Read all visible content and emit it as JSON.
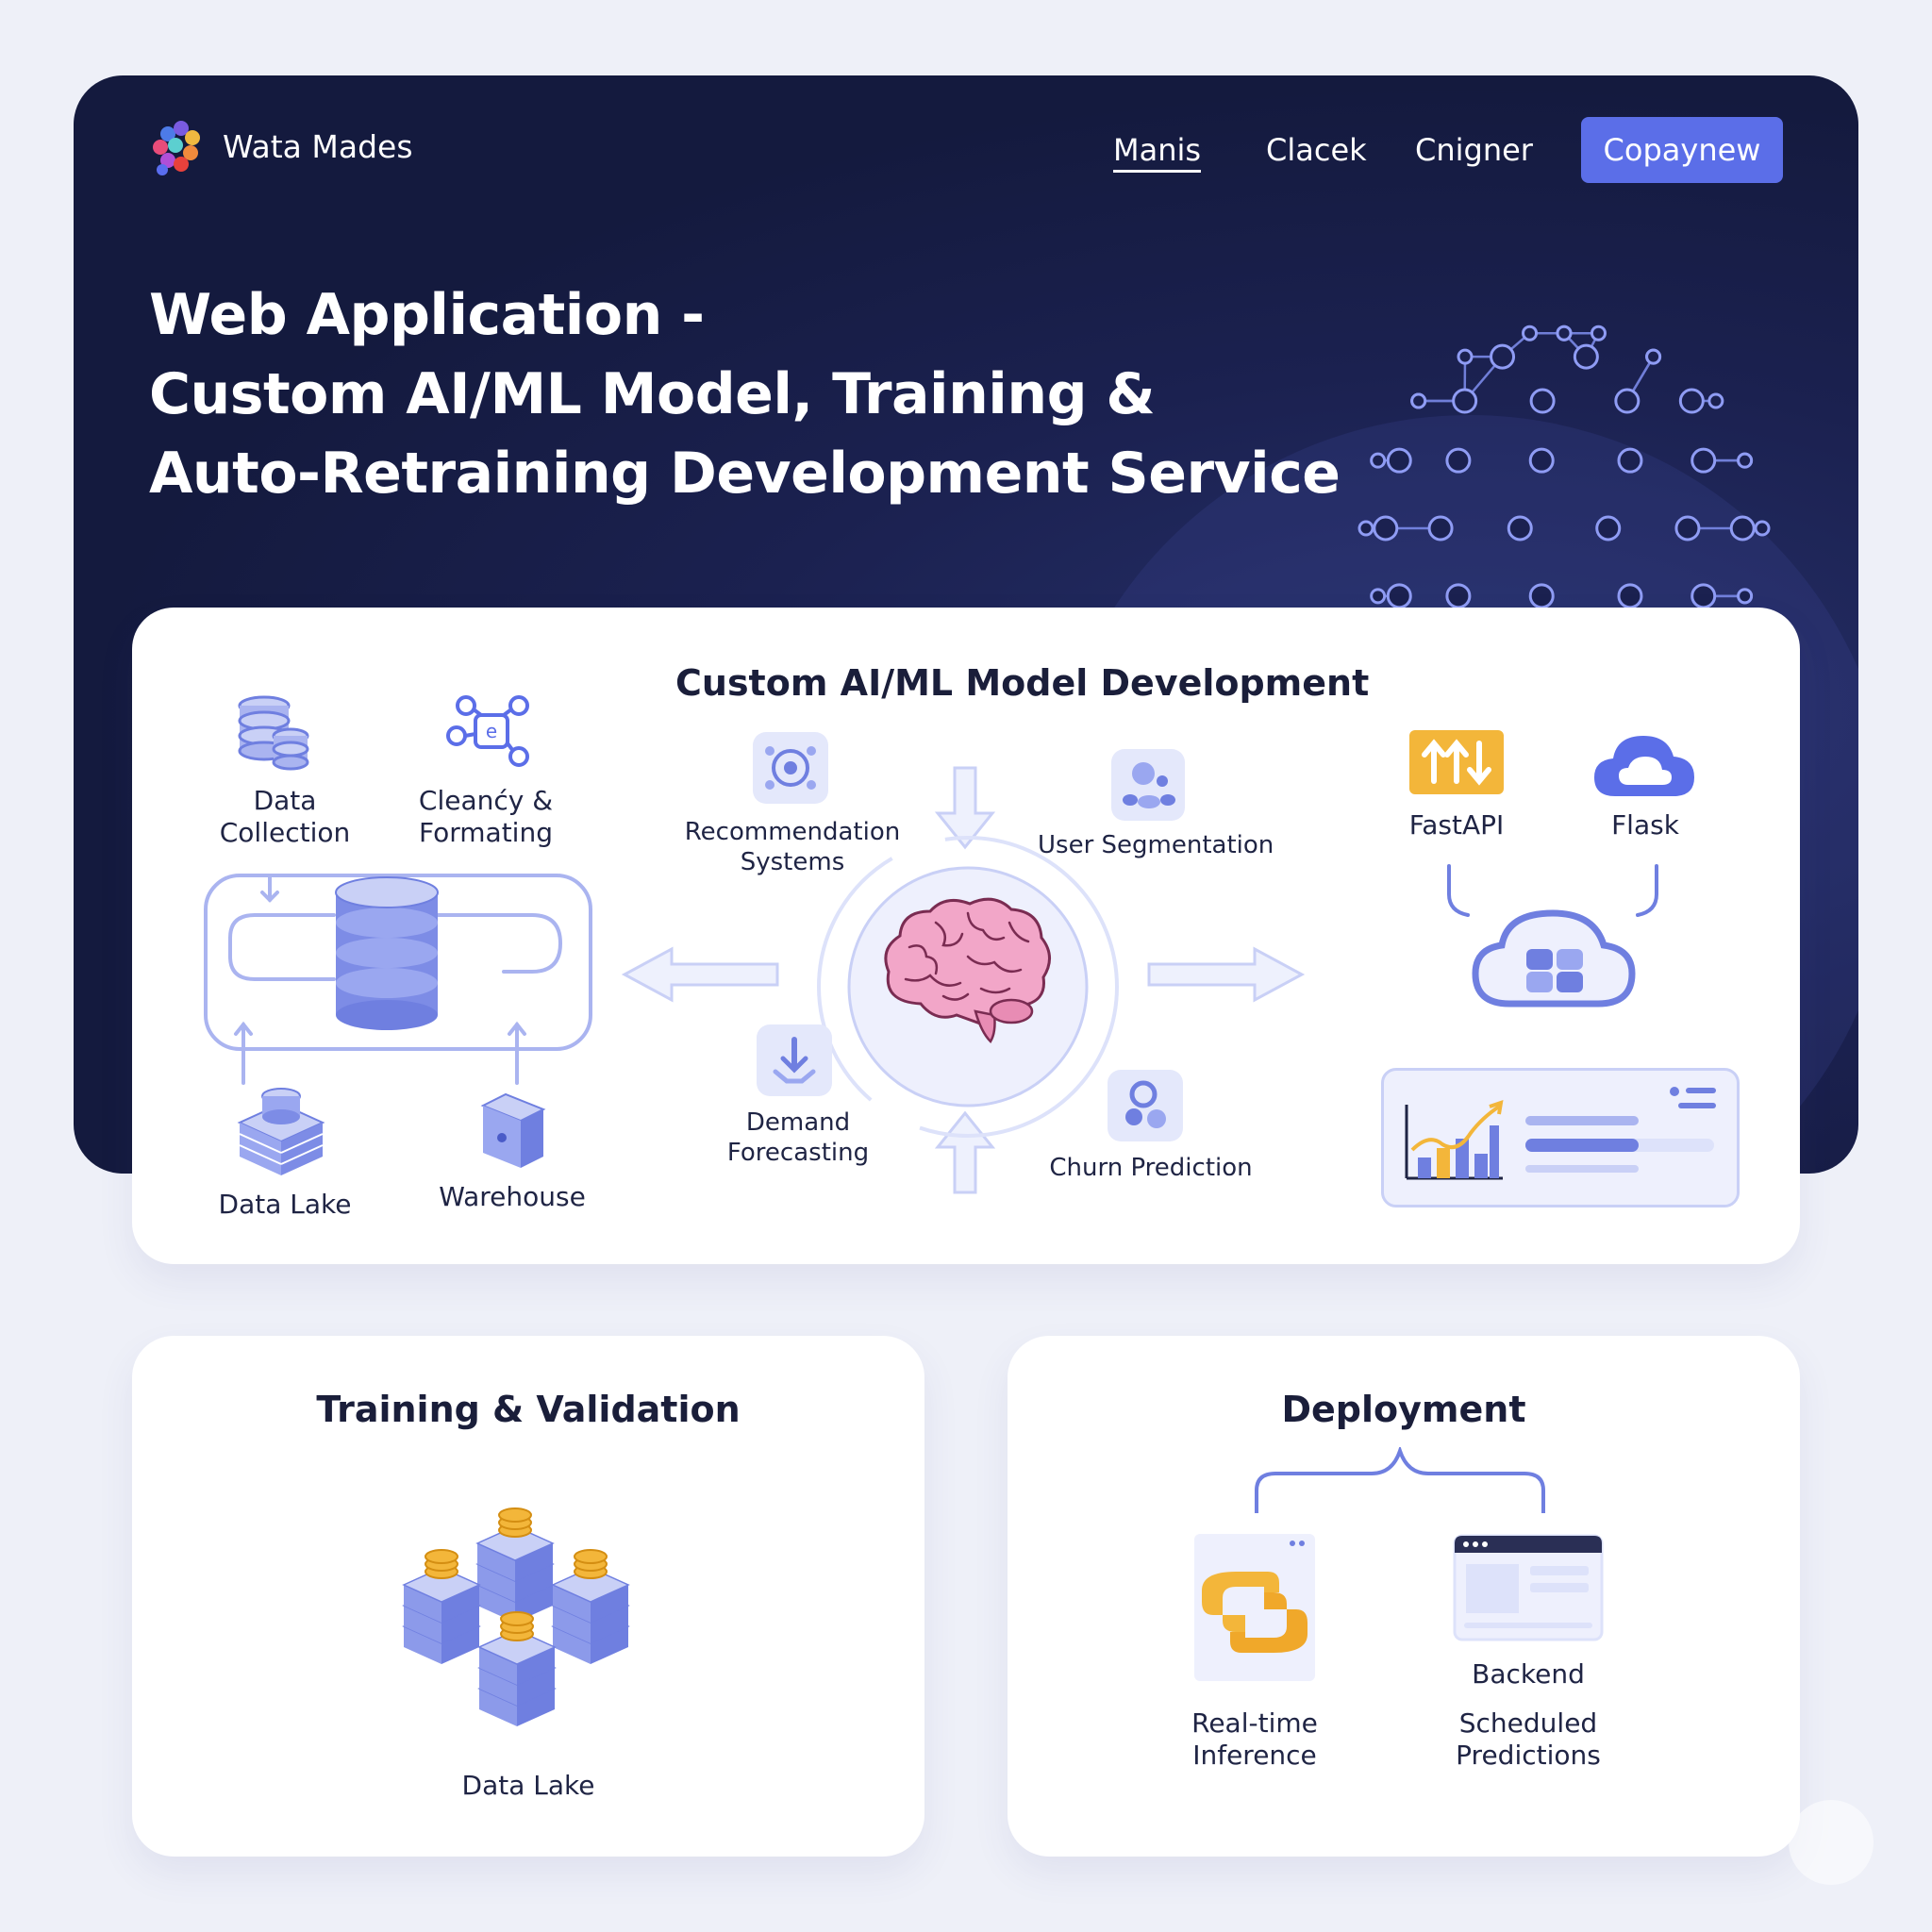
{
  "nav": {
    "brand": "Wata Mades",
    "links": [
      "Manis",
      "Clacek",
      "Cnigner"
    ],
    "cta": "Copaynew"
  },
  "hero": {
    "title_lines": [
      "Web Application -",
      "Custom AI/ML Model, Training &",
      "Auto-Retraining Development Service"
    ]
  },
  "main": {
    "title": "Custom AI/ML Model Development",
    "data_collection": [
      "Data",
      "Collection"
    ],
    "cleaning": [
      "Cleanćy &",
      "Formating"
    ],
    "data_lake": "Data Lake",
    "warehouse": "Warehouse",
    "recommendation": [
      "Recommendation",
      "Systems"
    ],
    "user_segmentation": "User Segmentation",
    "demand_forecasting": [
      "Demand",
      "Forecasting"
    ],
    "churn_prediction": "Churn Prediction",
    "fastapi": "FastAPI",
    "flask": "Flask"
  },
  "training": {
    "title": "Training & Validation",
    "data_lake": "Data Lake"
  },
  "deployment": {
    "title": "Deployment",
    "backend": "Backend",
    "realtime": [
      "Real-time",
      "Inference"
    ],
    "scheduled": [
      "Scheduled",
      "Predictions"
    ]
  },
  "colors": {
    "hero_bg": "#1b2150",
    "accent": "#5b6ee8",
    "icon_blue": "#6f7fe0",
    "icon_light": "#c9d0f6",
    "gold": "#f3b63a",
    "brain_pink": "#f2a6c8"
  },
  "icons": {
    "logo": "cluster-logo-icon",
    "globe": "network-globe-icon",
    "brain": "brain-icon",
    "database": "database-icon",
    "cloud": "cloud-icon"
  }
}
